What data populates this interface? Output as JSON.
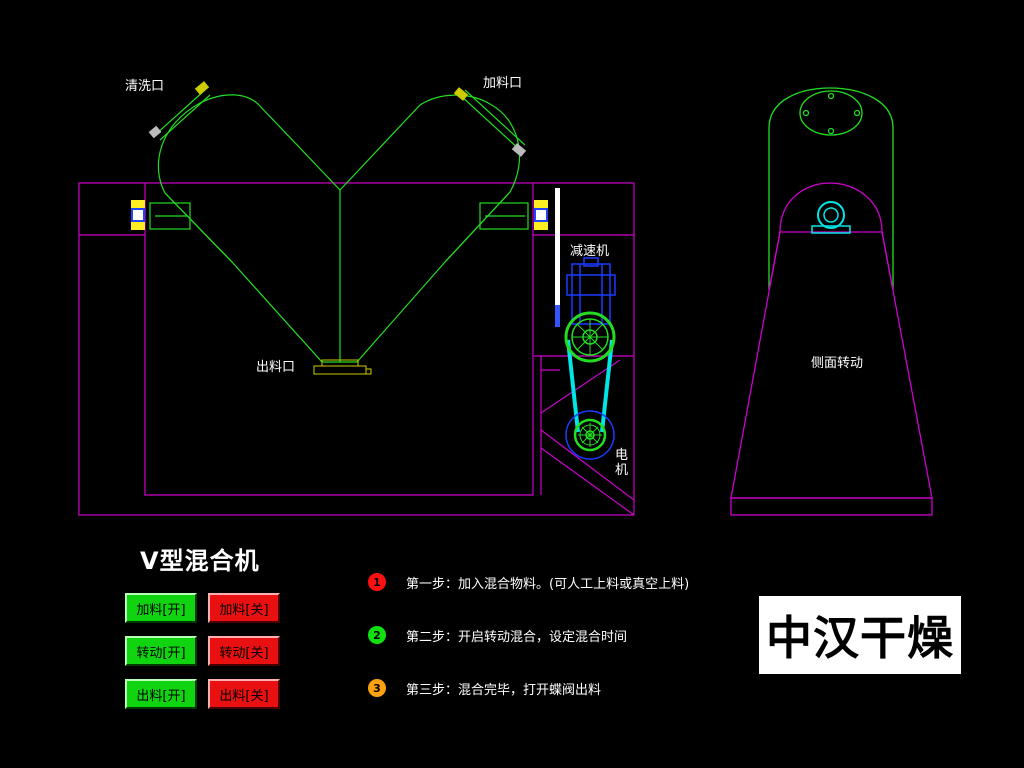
{
  "labels": {
    "clean_port": "清洗口",
    "feed_port": "加料口",
    "discharge_port": "出料口",
    "reducer": "减速机",
    "motor_1": "电",
    "motor_2": "机",
    "side_view": "侧面转动"
  },
  "title": "V型混合机",
  "controls": [
    {
      "on": "加料[开]",
      "off": "加料[关]"
    },
    {
      "on": "转动[开]",
      "off": "转动[关]"
    },
    {
      "on": "出料[开]",
      "off": "出料[关]"
    }
  ],
  "steps": [
    {
      "num": "1",
      "color": "#ff1010",
      "text": "第一步：加入混合物料。(可人工上料或真空上料)"
    },
    {
      "num": "2",
      "color": "#10e010",
      "text": "第二步：开启转动混合，设定混合时间"
    },
    {
      "num": "3",
      "color": "#ffa010",
      "text": "第三步：混合完毕，打开蝶阀出料"
    }
  ],
  "brand": "中汉干燥",
  "colors": {
    "outline": "#cc00cc",
    "vessel": "#22dd22",
    "belt": "#00e5e5",
    "reducer": "#1a3cff",
    "on": "#10d410",
    "off": "#e81010"
  }
}
